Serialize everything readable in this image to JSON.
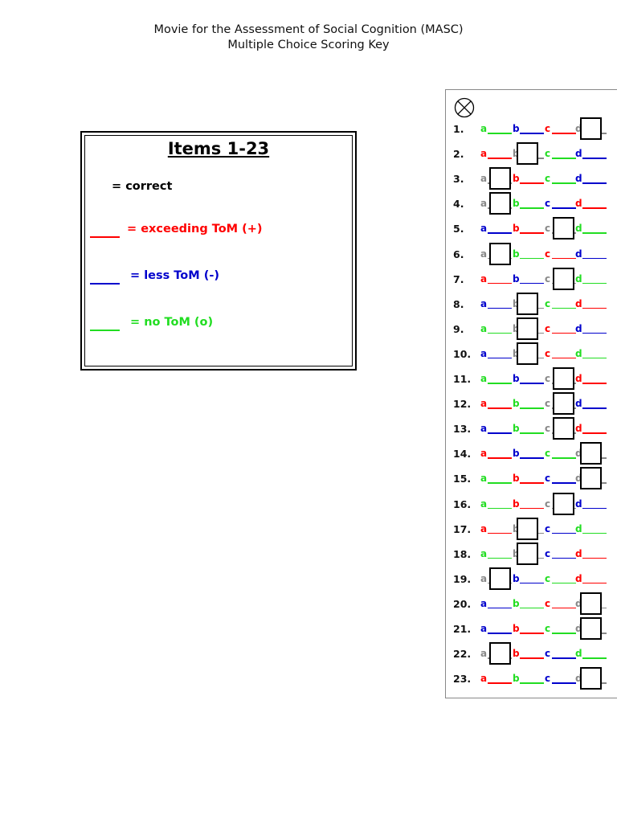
{
  "header": {
    "title_line1": "Movie for the Assessment of Social Cognition (MASC)",
    "title_line2": "Multiple Choice Scoring Key"
  },
  "legend": {
    "title": "Items 1-23",
    "correct": "= correct",
    "exceeding": "=  exceeding ToM (+)",
    "less": "=  less ToM (-)",
    "none": "=  no ToM (o)"
  },
  "colors": {
    "exceeding": "#ff0000",
    "less": "#0000cc",
    "none": "#22dd22",
    "correct": "#888888"
  },
  "answer_key": [
    {
      "num": "1.",
      "options": [
        "none",
        "less",
        "exceeding",
        "correct"
      ]
    },
    {
      "num": "2.",
      "options": [
        "exceeding",
        "correct",
        "none",
        "less"
      ]
    },
    {
      "num": "3.",
      "options": [
        "correct",
        "exceeding",
        "none",
        "less"
      ]
    },
    {
      "num": "4.",
      "options": [
        "correct",
        "none",
        "less",
        "exceeding"
      ]
    },
    {
      "num": "5.",
      "options": [
        "less",
        "exceeding",
        "correct",
        "none"
      ]
    },
    {
      "num": "6.",
      "options": [
        "correct",
        "none",
        "exceeding",
        "less"
      ]
    },
    {
      "num": "7.",
      "options": [
        "exceeding",
        "less",
        "correct",
        "none"
      ]
    },
    {
      "num": "8.",
      "options": [
        "less",
        "correct",
        "none",
        "exceeding"
      ]
    },
    {
      "num": "9.",
      "options": [
        "none",
        "correct",
        "exceeding",
        "less"
      ]
    },
    {
      "num": "10.",
      "options": [
        "less",
        "correct",
        "exceeding",
        "none"
      ]
    },
    {
      "num": "11.",
      "options": [
        "none",
        "less",
        "correct",
        "exceeding"
      ]
    },
    {
      "num": "12.",
      "options": [
        "exceeding",
        "none",
        "correct",
        "less"
      ]
    },
    {
      "num": "13.",
      "options": [
        "less",
        "none",
        "correct",
        "exceeding"
      ]
    },
    {
      "num": "14.",
      "options": [
        "exceeding",
        "less",
        "none",
        "correct"
      ]
    },
    {
      "num": "15.",
      "options": [
        "none",
        "exceeding",
        "less",
        "correct"
      ]
    },
    {
      "num": "16.",
      "options": [
        "none",
        "exceeding",
        "correct",
        "less"
      ]
    },
    {
      "num": "17.",
      "options": [
        "exceeding",
        "correct",
        "less",
        "none"
      ]
    },
    {
      "num": "18.",
      "options": [
        "none",
        "correct",
        "less",
        "exceeding"
      ]
    },
    {
      "num": "19.",
      "options": [
        "correct",
        "less",
        "none",
        "exceeding"
      ]
    },
    {
      "num": "20.",
      "options": [
        "less",
        "none",
        "exceeding",
        "correct"
      ]
    },
    {
      "num": "21.",
      "options": [
        "less",
        "exceeding",
        "none",
        "correct"
      ]
    },
    {
      "num": "22.",
      "options": [
        "correct",
        "exceeding",
        "less",
        "none"
      ]
    },
    {
      "num": "23.",
      "options": [
        "exceeding",
        "none",
        "less",
        "correct"
      ]
    }
  ],
  "option_letters": [
    "a",
    "b",
    "c",
    "d"
  ]
}
